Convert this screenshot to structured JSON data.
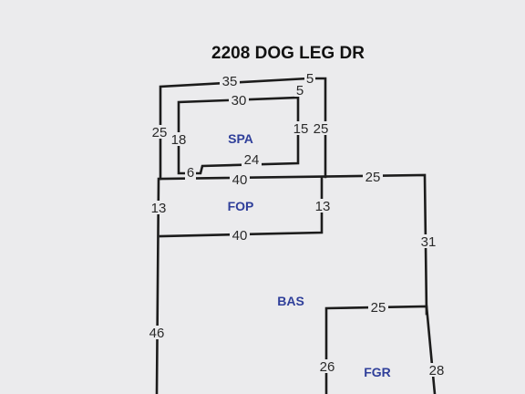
{
  "title": "2208 DOG LEG DR",
  "areas": {
    "spa": "SPA",
    "fop": "FOP",
    "bas": "BAS",
    "fgr": "FGR"
  },
  "dimensions": {
    "outer_top": "35",
    "outer_top_right": "5",
    "outer_left": "25",
    "outer_right": "25",
    "inner_top": "30",
    "inner_top_right": "5",
    "inner_left": "18",
    "inner_right": "15",
    "inner_bottom_step": "6",
    "inner_bottom": "24",
    "fop_top": "40",
    "main_top_right": "25",
    "fop_left": "13",
    "fop_right": "13",
    "fop_bottom": "40",
    "main_right": "31",
    "main_left": "46",
    "fgr_top": "25",
    "fgr_left": "26",
    "fgr_right": "28"
  }
}
